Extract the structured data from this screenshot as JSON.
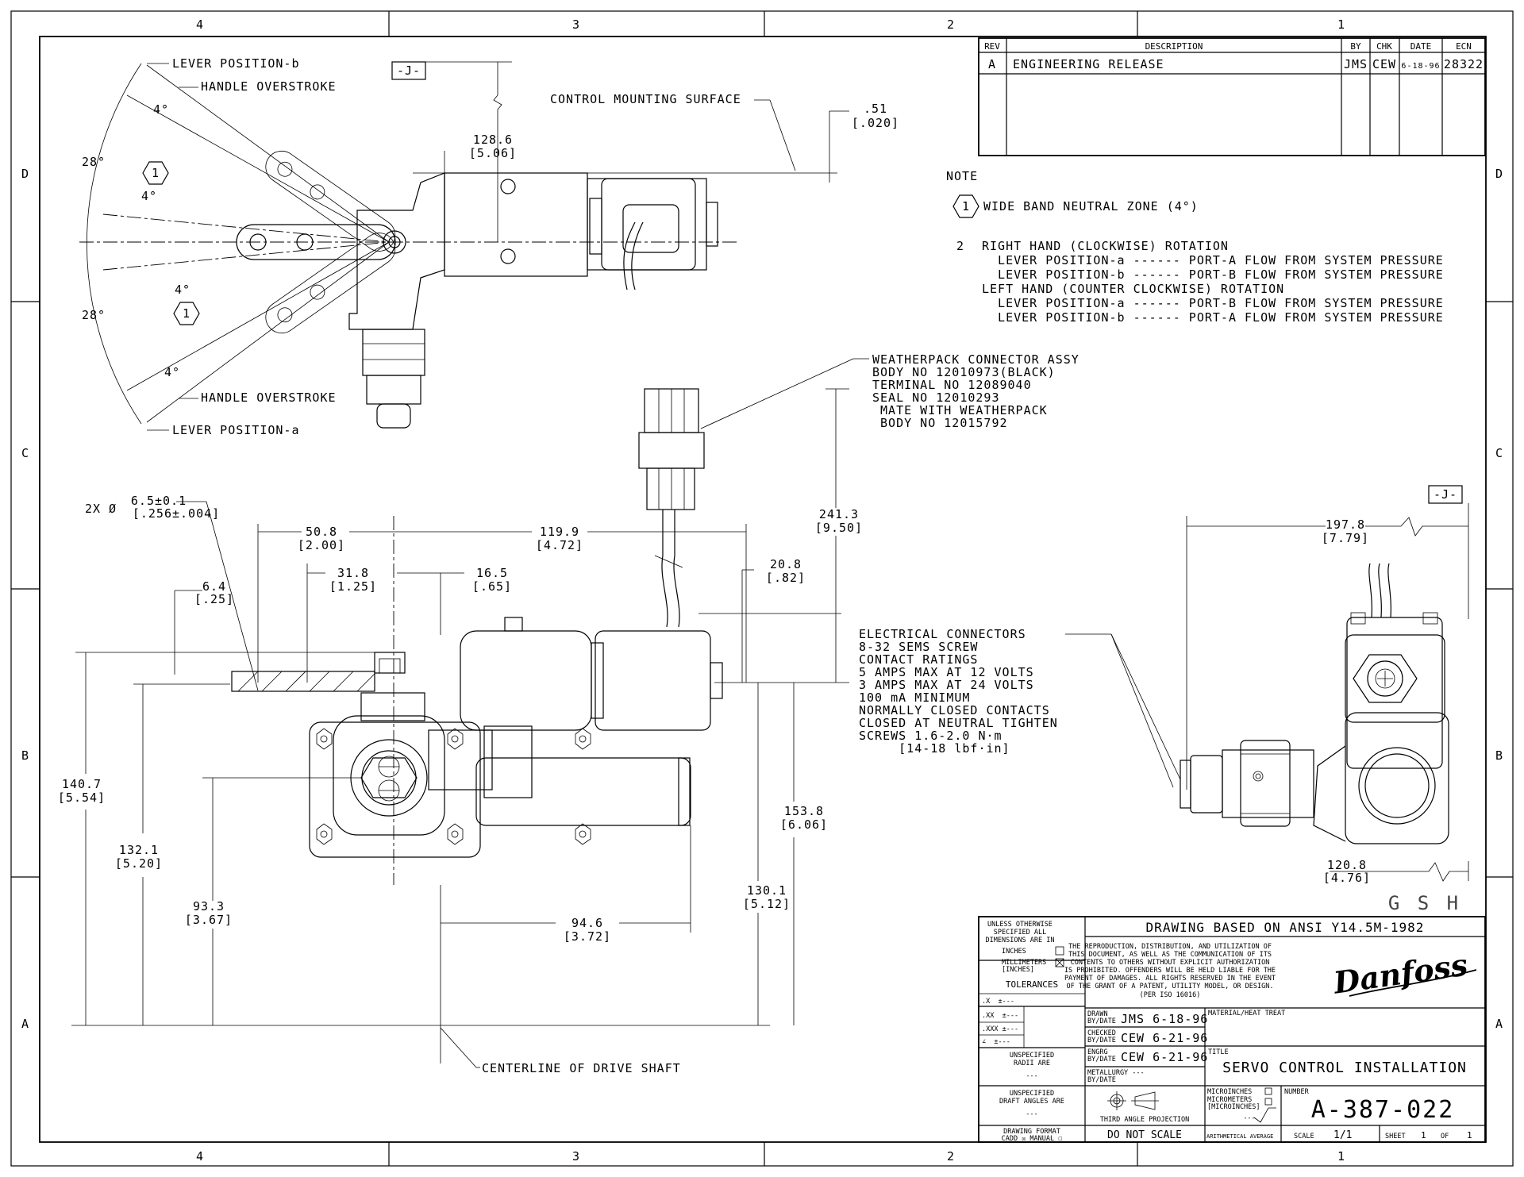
{
  "zones": {
    "columns": [
      "4",
      "3",
      "2",
      "1"
    ],
    "rows": [
      "D",
      "C",
      "B",
      "A"
    ]
  },
  "revision_block": {
    "headers": {
      "rev": "REV",
      "description": "DESCRIPTION",
      "by": "BY",
      "chk": "CHK",
      "date": "DATE",
      "ecn": "ECN"
    },
    "rows": [
      {
        "rev": "A",
        "description": "ENGINEERING RELEASE",
        "by": "JMS",
        "chk": "CEW",
        "date": "6-18-96",
        "ecn": "28322"
      }
    ]
  },
  "notes": {
    "heading": "NOTE",
    "note1_marker": "1",
    "note1": "WIDE BAND NEUTRAL ZONE (4°)",
    "note2_number": "2",
    "note2_lines": [
      "RIGHT HAND (CLOCKWISE) ROTATION",
      "  LEVER POSITION-a ------ PORT-A FLOW FROM SYSTEM PRESSURE",
      "  LEVER POSITION-b ------ PORT-B FLOW FROM SYSTEM PRESSURE",
      "LEFT HAND (COUNTER CLOCKWISE) ROTATION",
      "  LEVER POSITION-a ------ PORT-B FLOW FROM SYSTEM PRESSURE",
      "  LEVER POSITION-b ------ PORT-A FLOW FROM SYSTEM PRESSURE"
    ]
  },
  "top_view": {
    "lever_position_b": "LEVER POSITION-b",
    "lever_position_a": "LEVER POSITION-a",
    "handle_overstroke_top": "HANDLE OVERSTROKE",
    "handle_overstroke_bottom": "HANDLE OVERSTROKE",
    "angle_4_a": "4°",
    "angle_4_b": "4°",
    "angle_4_c": "4°",
    "angle_4_d": "4°",
    "angle_28_top": "28°",
    "angle_28_bottom": "28°",
    "note_marker_top": "1",
    "note_marker_bottom": "1",
    "datum_j": "-J-",
    "control_mounting_surface": "CONTROL MOUNTING SURFACE",
    "dim_128_mm": "128.6",
    "dim_128_in": "[5.06]",
    "dim_051_mm": ".51",
    "dim_051_in": "[.020]"
  },
  "connector_note": [
    "WEATHERPACK CONNECTOR ASSY",
    "BODY NO 12010973(BLACK)",
    "TERMINAL NO 12089040",
    "SEAL NO 12010293",
    " MATE WITH WEATHERPACK",
    " BODY NO 12015792"
  ],
  "electrical_note": [
    "ELECTRICAL CONNECTORS",
    "8-32 SEMS SCREW",
    "CONTACT RATINGS",
    "5 AMPS MAX AT 12 VOLTS",
    "3 AMPS MAX AT 24 VOLTS",
    "100 mA MINIMUM",
    "NORMALLY CLOSED CONTACTS",
    "CLOSED AT NEUTRAL TIGHTEN",
    "SCREWS 1.6-2.0 N·m",
    "     [14-18 lbf·in]"
  ],
  "front_view": {
    "hole_spec_prefix": "2X Ø",
    "hole_spec_mm": "6.5±0.1",
    "hole_spec_in": "[.256±.004]",
    "d_508": "50.8",
    "d_508_in": "[2.00]",
    "d_1199": "119.9",
    "d_1199_in": "[4.72]",
    "d_318": "31.8",
    "d_318_in": "[1.25]",
    "d_165": "16.5",
    "d_165_in": "[.65]",
    "d_64": "6.4",
    "d_64_in": "[.25]",
    "d_208": "20.8",
    "d_208_in": "[.82]",
    "d_2413": "241.3",
    "d_2413_in": "[9.50]",
    "d_1407": "140.7",
    "d_1407_in": "[5.54]",
    "d_1321": "132.1",
    "d_1321_in": "[5.20]",
    "d_933": "93.3",
    "d_933_in": "[3.67]",
    "d_946": "94.6",
    "d_946_in": "[3.72]",
    "d_1538": "153.8",
    "d_1538_in": "[6.06]",
    "d_1301": "130.1",
    "d_1301_in": "[5.12]",
    "centerline": "CENTERLINE OF DRIVE SHAFT"
  },
  "side_view": {
    "datum_j": "-J-",
    "d_1978": "197.8",
    "d_1978_in": "[7.79]",
    "d_1208": "120.8",
    "d_1208_in": "[4.76]",
    "letters": "G S H"
  },
  "title_block": {
    "unless_otherwise": [
      "UNLESS OTHERWISE",
      "SPECIFIED ALL",
      "DIMENSIONS ARE IN"
    ],
    "inches": "INCHES",
    "millimeters": [
      "MILLIMETERS",
      "[INCHES]"
    ],
    "tolerances": "TOLERANCES",
    "tol_rows": [
      ".X  ±---",
      ".XX  ±---",
      ".XXX ±---",
      "∠  ±---"
    ],
    "unspecified_radii": [
      "UNSPECIFIED",
      "RADII ARE"
    ],
    "radii_value": "---",
    "unspecified_draft": [
      "UNSPECIFIED",
      "DRAFT ANGLES ARE"
    ],
    "draft_value": "---",
    "drawing_format": "DRAWING FORMAT",
    "cadd_manual": "CADD ☒  MANUAL ☐",
    "ansi": "DRAWING BASED ON ANSI Y14.5M-1982",
    "legal": [
      "THE REPRODUCTION, DISTRIBUTION, AND UTILIZATION OF",
      "THIS DOCUMENT, AS WELL AS THE COMMUNICATION OF ITS",
      "CONTENTS TO OTHERS WITHOUT EXPLICIT AUTHORIZATION",
      "IS PROHIBITED.  OFFENDERS WILL BE HELD LIABLE FOR THE",
      "PAYMENT OF DAMAGES.  ALL RIGHTS RESERVED IN THE EVENT",
      "OF THE GRANT OF A PATENT, UTILITY MODEL, OR DESIGN.",
      "(PER ISO 16016)"
    ],
    "logo": "Danfoss",
    "drawn_label": [
      "DRAWN",
      "BY/DATE"
    ],
    "drawn_value": "JMS 6-18-96",
    "checked_label": [
      "CHECKED",
      "BY/DATE"
    ],
    "checked_value": "CEW 6-21-96",
    "engrg_label": [
      "ENGRG",
      "BY/DATE"
    ],
    "engrg_value": "CEW 6-21-96",
    "metallurgy_label": [
      "METALLURGY ---",
      "BY/DATE"
    ],
    "material_label": "MATERIAL/HEAT TREAT",
    "title_label": "TITLE",
    "title": "SERVO CONTROL INSTALLATION",
    "projection": "THIRD ANGLE PROJECTION",
    "do_not_scale": "DO NOT SCALE",
    "microinches": "MICROINCHES",
    "micrometers": [
      "MICROMETERS",
      "[MICROINCHES]"
    ],
    "roughness_value": "---",
    "arithmetical_average": "ARITHMETICAL AVERAGE",
    "number_label": "NUMBER",
    "number": "A-387-022",
    "scale_label": "SCALE",
    "scale": "1/1",
    "sheet_label": "SHEET",
    "sheet": "1",
    "of_label": "OF",
    "of": "1"
  }
}
